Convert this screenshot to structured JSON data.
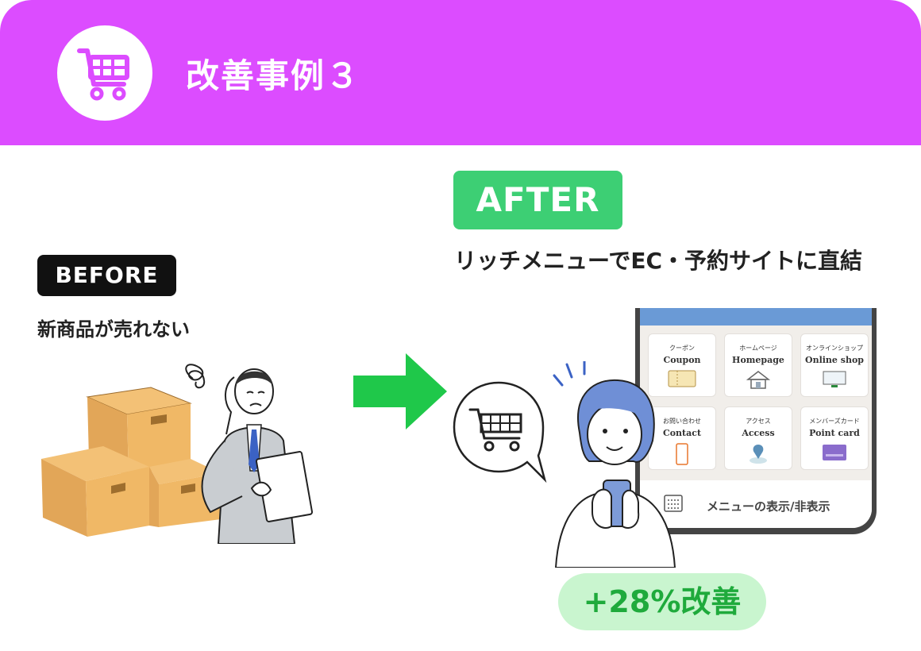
{
  "header": {
    "title": "改善事例３",
    "icon": "cart-icon",
    "color": "#dc4cff"
  },
  "before": {
    "tag": "BEFORE",
    "text": "新商品が売れない"
  },
  "after": {
    "tag": "AFTER",
    "text": "リッチメニューでEC・予約サイトに直結",
    "tag_color": "#3dcf74"
  },
  "phone": {
    "tiles": [
      {
        "jp": "クーポン",
        "en": "Coupon",
        "icon": "coupon-icon"
      },
      {
        "jp": "ホームページ",
        "en": "Homepage",
        "icon": "house-icon"
      },
      {
        "jp": "オンラインショップ",
        "en": "Online shop",
        "icon": "monitor-icon"
      },
      {
        "jp": "お問い合わせ",
        "en": "Contact",
        "icon": "smartphone-icon"
      },
      {
        "jp": "アクセス",
        "en": "Access",
        "icon": "location-pin-icon"
      },
      {
        "jp": "メンバーズカード",
        "en": "Point card",
        "icon": "member-card-icon"
      }
    ],
    "footer_text": "メニューの表示/非表示"
  },
  "result": {
    "text": "+28%改善",
    "color": "#1faa3c"
  }
}
